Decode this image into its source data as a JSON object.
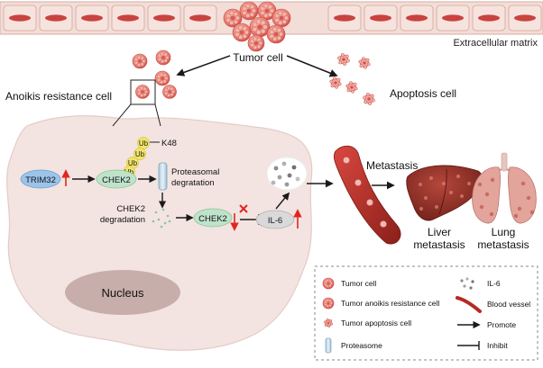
{
  "labels": {
    "extracellular_matrix": "Extracellular matrix",
    "tumor_cell": "Tumor cell",
    "anoikis_resistance_cell": "Anoikis resistance cell",
    "apoptosis_cell": "Apoptosis cell",
    "k48": "K48",
    "ub": "Ub",
    "trim32": "TRIM32",
    "chek2": "CHEK2",
    "proteasomal_degradation_line1": "Proteasomal",
    "proteasomal_degradation_line2": "degratation",
    "chek2_degradation_line1": "CHEK2",
    "chek2_degradation_line2": "degradation",
    "il6": "IL-6",
    "metastasis": "Metastasis",
    "liver_metastasis_line1": "Liver",
    "liver_metastasis_line2": "metastasis",
    "lung_metastasis_line1": "Lung",
    "lung_metastasis_line2": "metastasis",
    "nucleus": "Nucleus"
  },
  "legend": {
    "tumor_cell": "Tumor cell",
    "tumor_anoikis_resistance_cell": "Tumor anoikis resistance cell",
    "tumor_apoptosis_cell": "Tumor apoptosis cell",
    "proteasome": "Proteasome",
    "il6": "IL-6",
    "blood_vessel": "Blood vessel",
    "promote": "Promote",
    "inhibit": "Inhibit"
  },
  "colors": {
    "cell_fill": "#f2dcd6",
    "cell_border": "#d9a79c",
    "nucleus_oval": "#c9433f",
    "tumor_pink": "#e88a80",
    "tumor_dark": "#c8463f",
    "trim32_blue": "#9cc4e8",
    "chek2_green": "#bfe3c8",
    "ub_yellow": "#f2e46a",
    "il6_gray": "#d9d9d9",
    "red_arrow": "#e2261d",
    "vessel_red": "#b42a25",
    "liver": "#8c2a22",
    "lung": "#e3a49b",
    "nucleus_gray": "#c9b0ad"
  }
}
